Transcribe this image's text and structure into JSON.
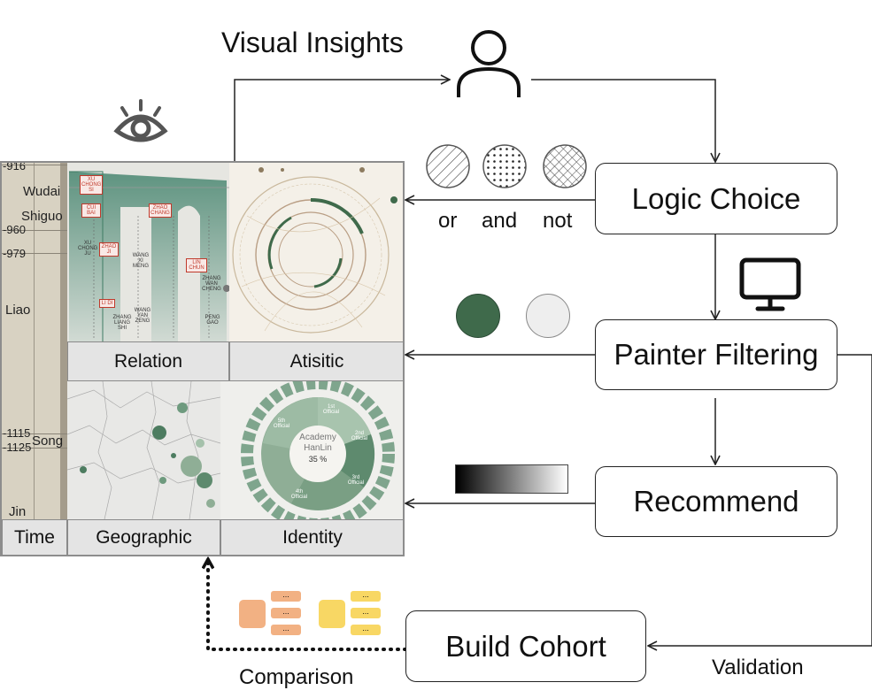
{
  "title": "Visual Insights",
  "nodes": {
    "logic_choice": "Logic Choice",
    "painter_filtering": "Painter Filtering",
    "recommend": "Recommend",
    "build_cohort": "Build Cohort"
  },
  "logic_labels": [
    "or",
    "and",
    "not"
  ],
  "edge_labels": {
    "validation": "Validation",
    "comparison": "Comparison"
  },
  "panel": {
    "tabs": {
      "relation": "Relation",
      "atisitic": "Atisitic",
      "time": "Time",
      "geographic": "Geographic",
      "identity": "Identity"
    },
    "timeline_ticks": [
      "916",
      "960",
      "979",
      "1115",
      "1125"
    ],
    "timeline_eras": [
      "Wudai",
      "Shiguo",
      "Liao",
      "Song",
      "Jin"
    ],
    "relation_names": [
      "XU CHONG SI",
      "CUI BAI",
      "ZHAO CHANG",
      "XU CHONG JU",
      "ZHAO JI",
      "WANG XI MENG",
      "LIN CHUN",
      "LI DI",
      "ZHANG WAN CHENG",
      "ZHANG LIANG SHI",
      "WANG YAN ZENG",
      "PENG GAO"
    ],
    "identity_center": [
      "Academy",
      "HanLin",
      "35 %"
    ],
    "identity_segments": [
      "1st Official",
      "2nd Official",
      "3rd Official",
      "4th Official",
      "5th Official"
    ]
  },
  "icons": {
    "eye": "eye-icon",
    "user": "user-icon",
    "monitor": "monitor-icon"
  },
  "colors": {
    "dark_green": "#3f6a4b",
    "light_gray": "#eeeeee",
    "orange": "#f2b183",
    "yellow": "#f8d764"
  }
}
